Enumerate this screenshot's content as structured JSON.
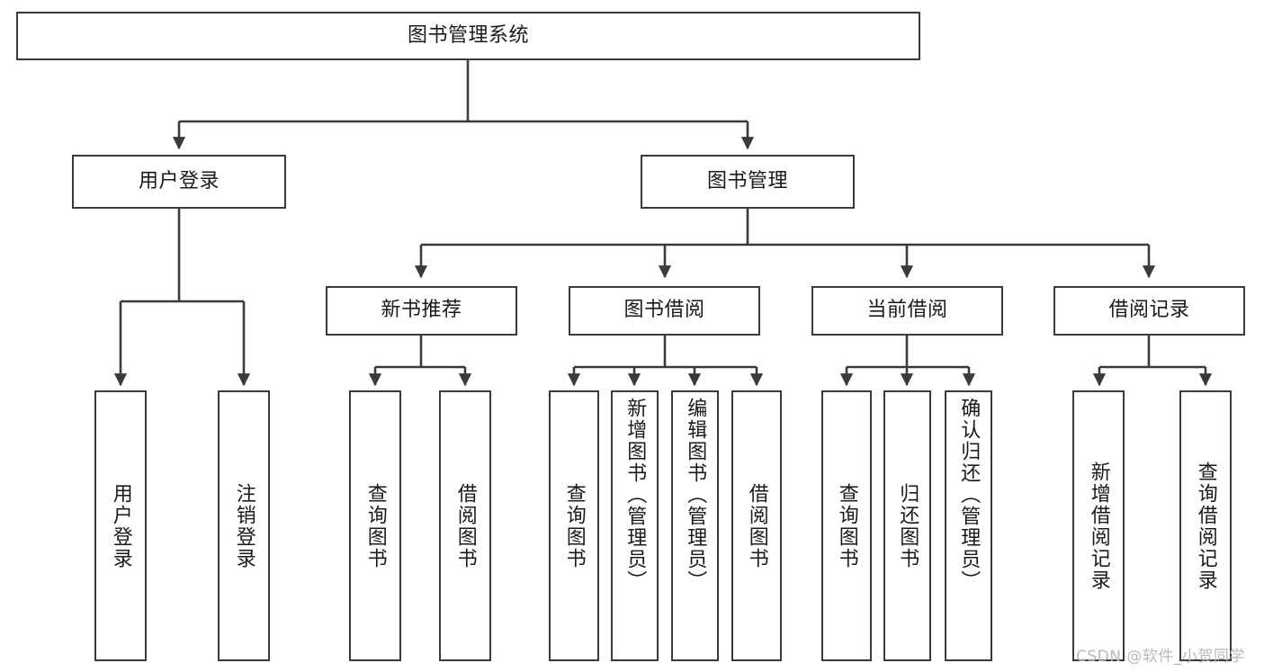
{
  "diagram": {
    "type": "hierarchy-tree",
    "title": "图书管理系统",
    "root": {
      "label": "图书管理系统"
    },
    "level2": [
      {
        "id": "user-login",
        "label": "用户登录"
      },
      {
        "id": "book-manage",
        "label": "图书管理"
      }
    ],
    "level3": [
      {
        "id": "new-book-recommend",
        "label": "新书推荐"
      },
      {
        "id": "book-borrow",
        "label": "图书借阅"
      },
      {
        "id": "current-borrow",
        "label": "当前借阅"
      },
      {
        "id": "borrow-record",
        "label": "借阅记录"
      }
    ],
    "leaves": {
      "user_login": [
        {
          "id": "leaf-user-login",
          "label": "用户登录"
        },
        {
          "id": "leaf-logout",
          "label": "注销登录"
        }
      ],
      "new_book_recommend": [
        {
          "id": "leaf-query-book-1",
          "label": "查询图书"
        },
        {
          "id": "leaf-borrow-book-1",
          "label": "借阅图书"
        }
      ],
      "book_borrow": [
        {
          "id": "leaf-query-book-2",
          "label": "查询图书"
        },
        {
          "id": "leaf-add-book",
          "label": "新增图书（管理员）"
        },
        {
          "id": "leaf-edit-book",
          "label": "编辑图书（管理员）"
        },
        {
          "id": "leaf-borrow-book-2",
          "label": "借阅图书"
        }
      ],
      "current_borrow": [
        {
          "id": "leaf-query-book-3",
          "label": "查询图书"
        },
        {
          "id": "leaf-return-book",
          "label": "归还图书"
        },
        {
          "id": "leaf-confirm-return",
          "label": "确认归还（管理员）"
        }
      ],
      "borrow_record": [
        {
          "id": "leaf-add-record",
          "label": "新增借阅记录"
        },
        {
          "id": "leaf-query-record",
          "label": "查询借阅记录"
        }
      ]
    }
  },
  "watermark": {
    "text": "CSDN @软件_小贺同学"
  },
  "colors": {
    "stroke": "#3a3a3a",
    "background": "#ffffff",
    "text": "#1a1a1a",
    "watermark": "#b8b8b8"
  }
}
